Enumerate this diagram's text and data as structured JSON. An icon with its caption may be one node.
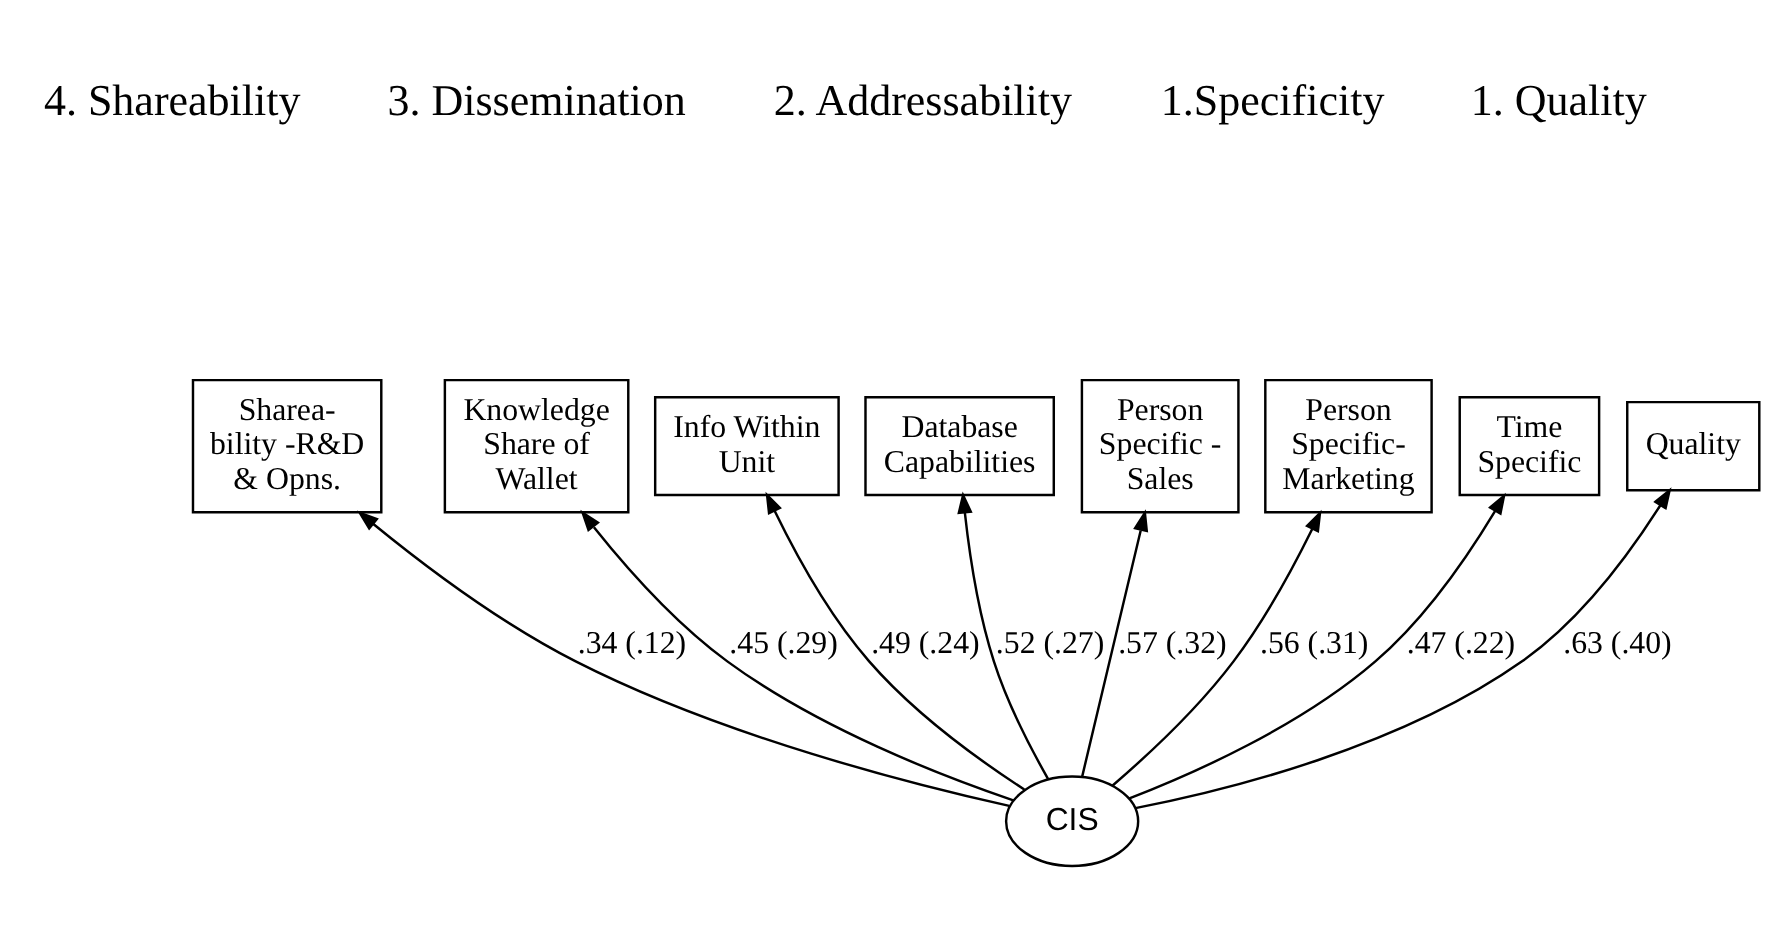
{
  "diagram": {
    "nodes": [
      {
        "text": [
          "Sharea- bility -R&D & Opns."
        ]
      },
      {
        "text": [
          "Knowledge Share of Wallet"
        ]
      },
      {
        "text": [
          "Info Within Unit"
        ]
      },
      {
        "text": [
          "Database Capabilities"
        ]
      },
      {
        "text": [
          "Person Specific - Sales"
        ]
      },
      {
        "text": [
          "Person Specific- Marketing"
        ]
      },
      {
        "text": [
          "Time Specific"
        ]
      },
      {
        "text": [
          "Quality"
        ]
      },
      {
        "text": [
          "CIS"
        ]
      }
    ],
    "edges": [
      {
        "from": 8,
        "to": 0,
        "arrow": "to",
        "label": ".34 (.12)"
      },
      {
        "from": 8,
        "to": 1,
        "arrow": "to",
        "label": ".45 (.29)"
      },
      {
        "from": 8,
        "to": 2,
        "arrow": "to",
        "label": ".49 (.24)"
      },
      {
        "from": 8,
        "to": 3,
        "arrow": "to",
        "label": ".52 (.27)"
      },
      {
        "from": 8,
        "to": 4,
        "arrow": "to",
        "label": ".57 (.32)"
      },
      {
        "from": 8,
        "to": 5,
        "arrow": "to",
        "label": ".56 (.31)"
      },
      {
        "from": 8,
        "to": 6,
        "arrow": "to",
        "label": ".47 (.22)"
      },
      {
        "from": 8,
        "to": 7,
        "arrow": "to",
        "label": ".63 (.40)"
      }
    ],
    "labels": [
      "4. Shareability",
      "3. Dissemination",
      "2. Addressability",
      "1.Specificity",
      "1. Quality"
    ]
  }
}
